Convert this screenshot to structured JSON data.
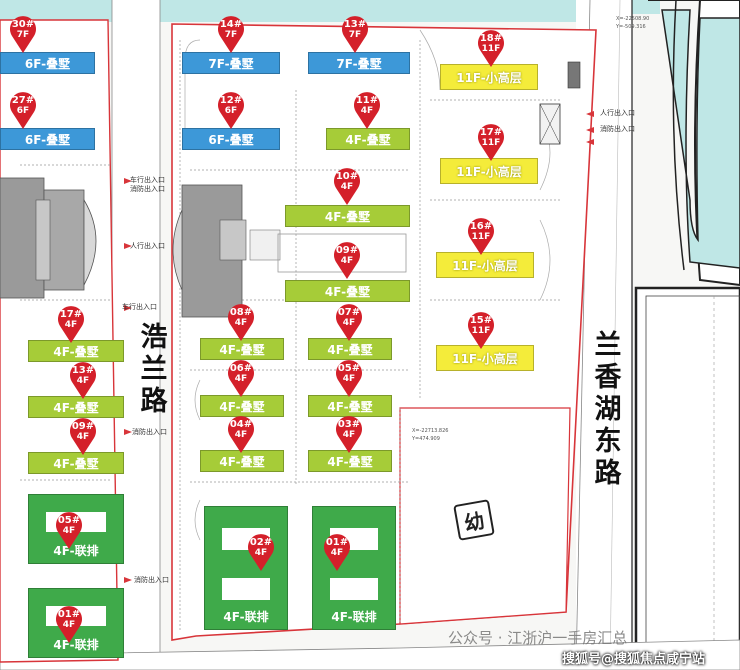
{
  "map": {
    "roads": {
      "west": "浩兰路",
      "east": "兰香湖东路"
    },
    "kindergarten": "幼",
    "watermarks": {
      "primary": "公众号 · 江浙沪一手房汇总",
      "secondary": "搜狐号@搜狐焦点咸宁站"
    },
    "gates": [
      {
        "label": "车行出入口"
      },
      {
        "label": "消防出入口"
      },
      {
        "label": "人行出入口"
      },
      {
        "label": "车行出入口"
      },
      {
        "label": "消防出入口"
      },
      {
        "label": "消防出入口"
      },
      {
        "label": "人行出入口"
      },
      {
        "label": "消防出入口"
      }
    ],
    "coordinates": [
      {
        "text": "X=-22713.826"
      },
      {
        "text": "Y=474.909"
      },
      {
        "text": "X=-22508.90"
      },
      {
        "text": "Y=-509.316"
      }
    ],
    "colors": {
      "pin": "#d4202a",
      "yellow": "#f4ec3a",
      "blue": "#3d98d8",
      "lime": "#a6cc38",
      "green": "#3faa4a",
      "boundary": "#d8353a",
      "water": "#bfe7e6"
    },
    "buildings": [
      {
        "label": "6F-叠墅",
        "color": "blue"
      },
      {
        "label": "6F-叠墅",
        "color": "blue"
      },
      {
        "label": "7F-叠墅",
        "color": "blue"
      },
      {
        "label": "7F-叠墅",
        "color": "blue"
      },
      {
        "label": "6F-叠墅",
        "color": "blue"
      },
      {
        "label": "4F-叠墅",
        "color": "lime"
      },
      {
        "label": "4F-叠墅",
        "color": "lime"
      },
      {
        "label": "4F-叠墅",
        "color": "lime"
      },
      {
        "label": "11F-小高层",
        "color": "yellow"
      },
      {
        "label": "11F-小高层",
        "color": "yellow"
      },
      {
        "label": "11F-小高层",
        "color": "yellow"
      },
      {
        "label": "11F-小高层",
        "color": "yellow"
      },
      {
        "label": "4F-叠墅",
        "color": "lime"
      },
      {
        "label": "4F-叠墅",
        "color": "lime"
      },
      {
        "label": "4F-叠墅",
        "color": "lime"
      },
      {
        "label": "4F-叠墅",
        "color": "lime"
      },
      {
        "label": "4F-叠墅",
        "color": "lime"
      },
      {
        "label": "4F-叠墅",
        "color": "lime"
      },
      {
        "label": "4F-叠墅",
        "color": "lime"
      },
      {
        "label": "4F-叠墅",
        "color": "lime"
      },
      {
        "label": "4F-叠墅",
        "color": "lime"
      },
      {
        "label": "4F-联排",
        "color": "green"
      },
      {
        "label": "4F-联排",
        "color": "green"
      },
      {
        "label": "4F-联排",
        "color": "green"
      },
      {
        "label": "4F-联排",
        "color": "green"
      }
    ],
    "pins": [
      {
        "num": "30#",
        "floors": "7F"
      },
      {
        "num": "27#",
        "floors": "6F"
      },
      {
        "num": "14#",
        "floors": "7F"
      },
      {
        "num": "13#",
        "floors": "7F"
      },
      {
        "num": "12#",
        "floors": "6F"
      },
      {
        "num": "11#",
        "floors": "4F"
      },
      {
        "num": "18#",
        "floors": "11F"
      },
      {
        "num": "17#",
        "floors": "11F"
      },
      {
        "num": "10#",
        "floors": "4F"
      },
      {
        "num": "16#",
        "floors": "11F"
      },
      {
        "num": "09#",
        "floors": "4F"
      },
      {
        "num": "15#",
        "floors": "11F"
      },
      {
        "num": "08#",
        "floors": "4F"
      },
      {
        "num": "07#",
        "floors": "4F"
      },
      {
        "num": "06#",
        "floors": "4F"
      },
      {
        "num": "05#",
        "floors": "4F"
      },
      {
        "num": "04#",
        "floors": "4F"
      },
      {
        "num": "03#",
        "floors": "4F"
      },
      {
        "num": "02#",
        "floors": "4F"
      },
      {
        "num": "01#",
        "floors": "4F"
      },
      {
        "num": "17#",
        "floors": "4F"
      },
      {
        "num": "13#",
        "floors": "4F"
      },
      {
        "num": "09#",
        "floors": "4F"
      },
      {
        "num": "05#",
        "floors": "4F"
      },
      {
        "num": "01#",
        "floors": "4F"
      }
    ]
  }
}
